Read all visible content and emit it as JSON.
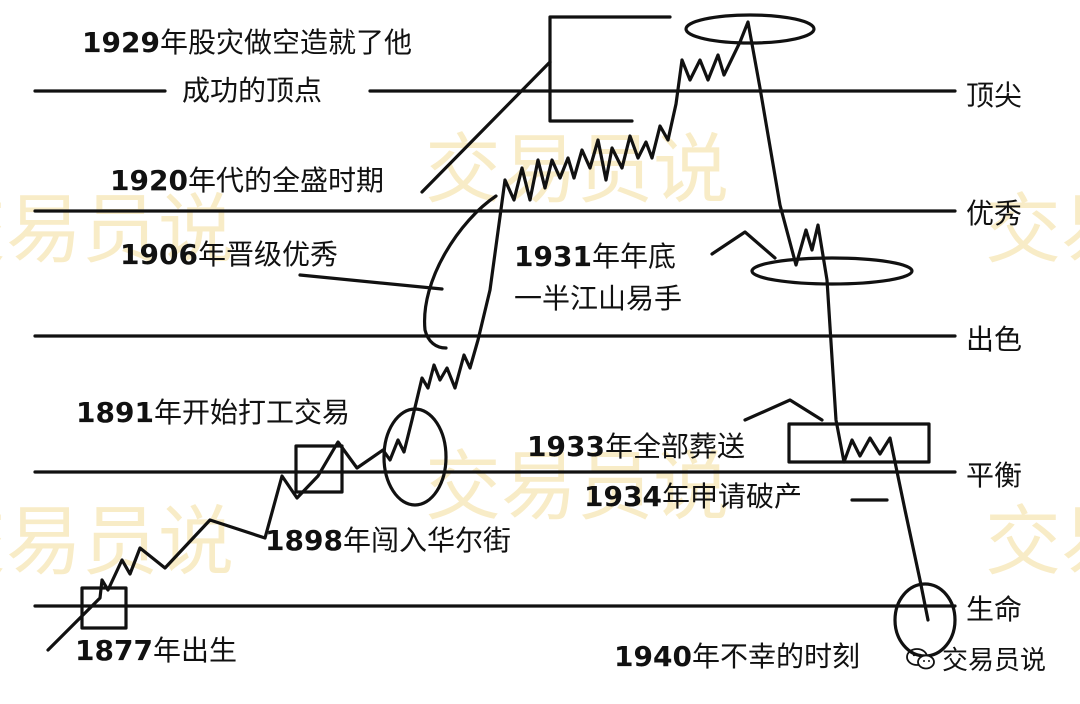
{
  "watermark": "交易员说",
  "levels": [
    {
      "key": "top",
      "label": "顶尖"
    },
    {
      "key": "excellent",
      "label": "优秀"
    },
    {
      "key": "outstanding",
      "label": "出色"
    },
    {
      "key": "balance",
      "label": "平衡"
    },
    {
      "key": "life",
      "label": "生命"
    }
  ],
  "events": {
    "e1929_year": "1929",
    "e1929_text": "年股灾做空造就了他",
    "e1929_line2": "成功的顶点",
    "e1920_year": "1920",
    "e1920_text": "年代的全盛时期",
    "e1906_year": "1906",
    "e1906_text": "年晋级优秀",
    "e1931_year": "1931",
    "e1931_text": "年年底",
    "e1931_line2": "一半江山易手",
    "e1891_year": "1891",
    "e1891_text": "年开始打工交易",
    "e1933_year": "1933",
    "e1933_text": "年全部葬送",
    "e1934_year": "1934",
    "e1934_text": "年申请破产",
    "e1898_year": "1898",
    "e1898_text": "年闯入华尔街",
    "e1877_year": "1877",
    "e1877_text": "年出生",
    "e1940_year": "1940",
    "e1940_text": "年不幸的时刻"
  },
  "brand": {
    "label": "交易员说",
    "icon": "wechat-icon"
  },
  "colors": {
    "line": "#111111",
    "watermark": "#f4dd9a"
  }
}
